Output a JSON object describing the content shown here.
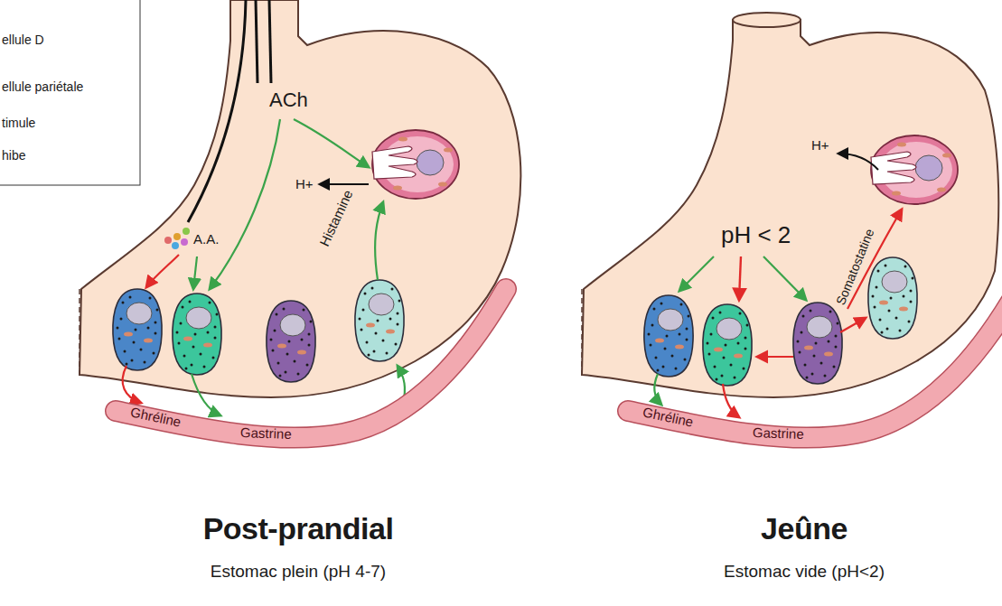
{
  "diagram": {
    "nodes": [
      {
        "text": [
          "Ghréline",
          "Gastrine"
        ]
      },
      {
        "text": [
          "Ghréline",
          "Gastrine"
        ]
      }
    ],
    "labels": [
      "ACh",
      "H+",
      "A.A.",
      "Histamine",
      "Post-prandial",
      "Estomac plein (pH 4-7)",
      "H+",
      "pH < 2",
      "Somatostatine",
      "Jeûne",
      "Estomac vide (pH<2)"
    ],
    "legend": [
      {
        "text": "ellule D"
      },
      {
        "text": "ellule pariétale"
      },
      {
        "text": "timule"
      },
      {
        "text": "hibe"
      }
    ]
  }
}
